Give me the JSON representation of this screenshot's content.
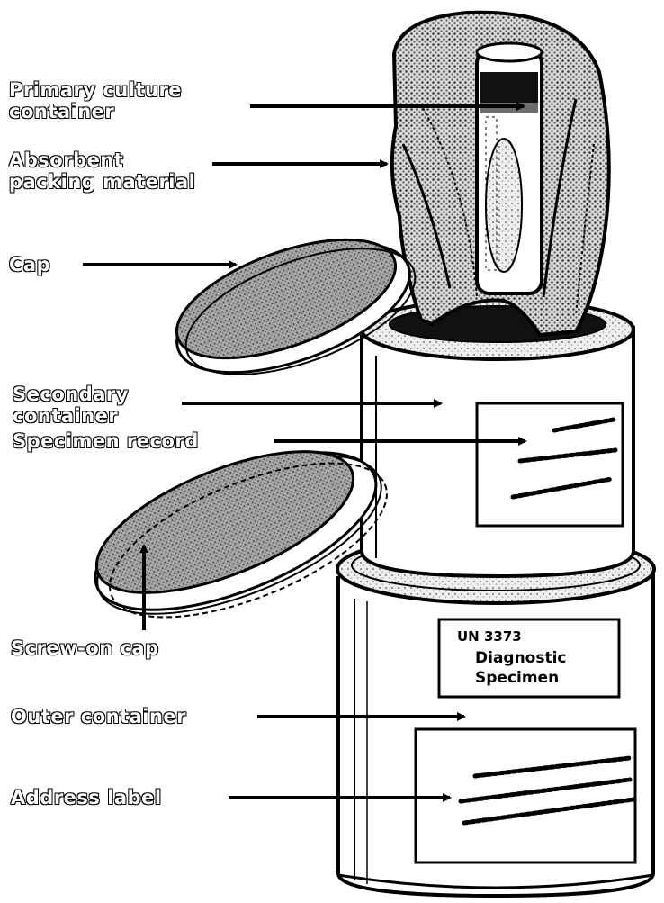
{
  "labels": {
    "primary_culture_container": [
      "Primary culture",
      "container"
    ],
    "absorbent_packing_material": [
      "Absorbent",
      "packing material"
    ],
    "cap": "Cap",
    "secondary_container": [
      "Secondary",
      "container"
    ],
    "specimen_record": "Specimen record",
    "screw_on_cap": "Screw-on cap",
    "outer_container": "Outer container",
    "address_label": "Address label"
  },
  "diagnostic_label": [
    "UN 3373",
    "Diagnostic",
    "Specimen"
  ],
  "colors": {
    "ink": "#000000",
    "paper": "#ffffff",
    "stipple": "#7a7a7a"
  }
}
